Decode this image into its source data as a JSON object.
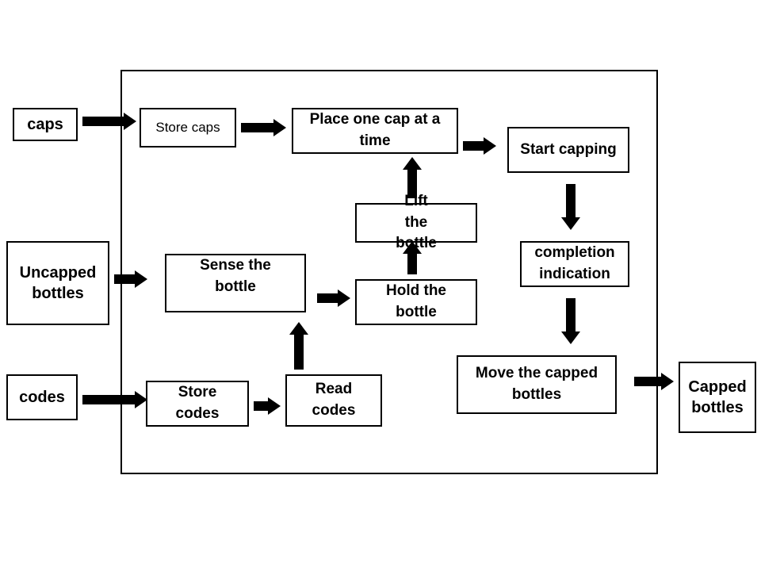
{
  "inputs": {
    "caps": "caps",
    "uncapped_bottles": "Uncapped bottles",
    "codes": "codes"
  },
  "output": {
    "capped_bottles": "Capped bottles"
  },
  "steps": {
    "store_caps": "Store caps",
    "place_one_cap": "Place one cap at a time",
    "start_capping": "Start capping",
    "lift_the_bottle": "Lift the bottle",
    "completion_indication": "completion indication",
    "sense_the_bottle": "Sense the bottle",
    "hold_the_bottle": "Hold the bottle",
    "move_capped_bottles": "Move the capped bottles",
    "store_codes": "Store codes",
    "read_codes": "Read codes"
  },
  "arrows": [
    {
      "from": "caps",
      "to": "store_caps"
    },
    {
      "from": "store_caps",
      "to": "place_one_cap"
    },
    {
      "from": "place_one_cap",
      "to": "start_capping"
    },
    {
      "from": "start_capping",
      "to": "completion_indication"
    },
    {
      "from": "completion_indication",
      "to": "move_capped_bottles"
    },
    {
      "from": "move_capped_bottles",
      "to": "capped_bottles"
    },
    {
      "from": "uncapped_bottles",
      "to": "sense_the_bottle"
    },
    {
      "from": "sense_the_bottle",
      "to": "hold_the_bottle"
    },
    {
      "from": "hold_the_bottle",
      "to": "lift_the_bottle"
    },
    {
      "from": "lift_the_bottle",
      "to": "place_one_cap"
    },
    {
      "from": "codes",
      "to": "store_codes"
    },
    {
      "from": "store_codes",
      "to": "read_codes"
    },
    {
      "from": "read_codes",
      "to": "sense_the_bottle"
    }
  ]
}
